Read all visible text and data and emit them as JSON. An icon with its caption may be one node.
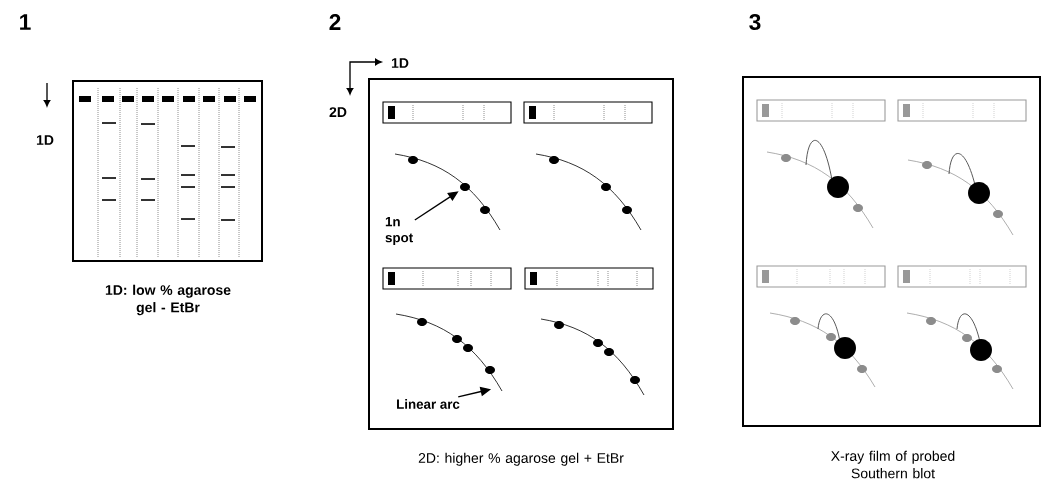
{
  "diagram": {
    "nodes": [
      {
        "text": [
          "1D: low % agarose gel - EtBr"
        ]
      },
      {
        "text": [
          "2D: higher % agarose gel + EtBr"
        ]
      },
      {
        "text": [
          "1n spot"
        ],
        "in": 1
      },
      {
        "text": [],
        "shape": "circle",
        "in": 1
      },
      {
        "text": [
          "Linear arc"
        ],
        "in": 1
      },
      {
        "text": [
          "X-ray film of probed Southern blot"
        ]
      },
      {
        "text": [],
        "shape": "curve",
        "in": 1
      }
    ],
    "edges": [
      {
        "from": 2,
        "to": 3,
        "arrow": "to"
      },
      {
        "from": 4,
        "to": 6,
        "arrow": "to"
      }
    ],
    "labels": [
      "1",
      "2",
      "3",
      "1D",
      "1D",
      "2D"
    ]
  }
}
